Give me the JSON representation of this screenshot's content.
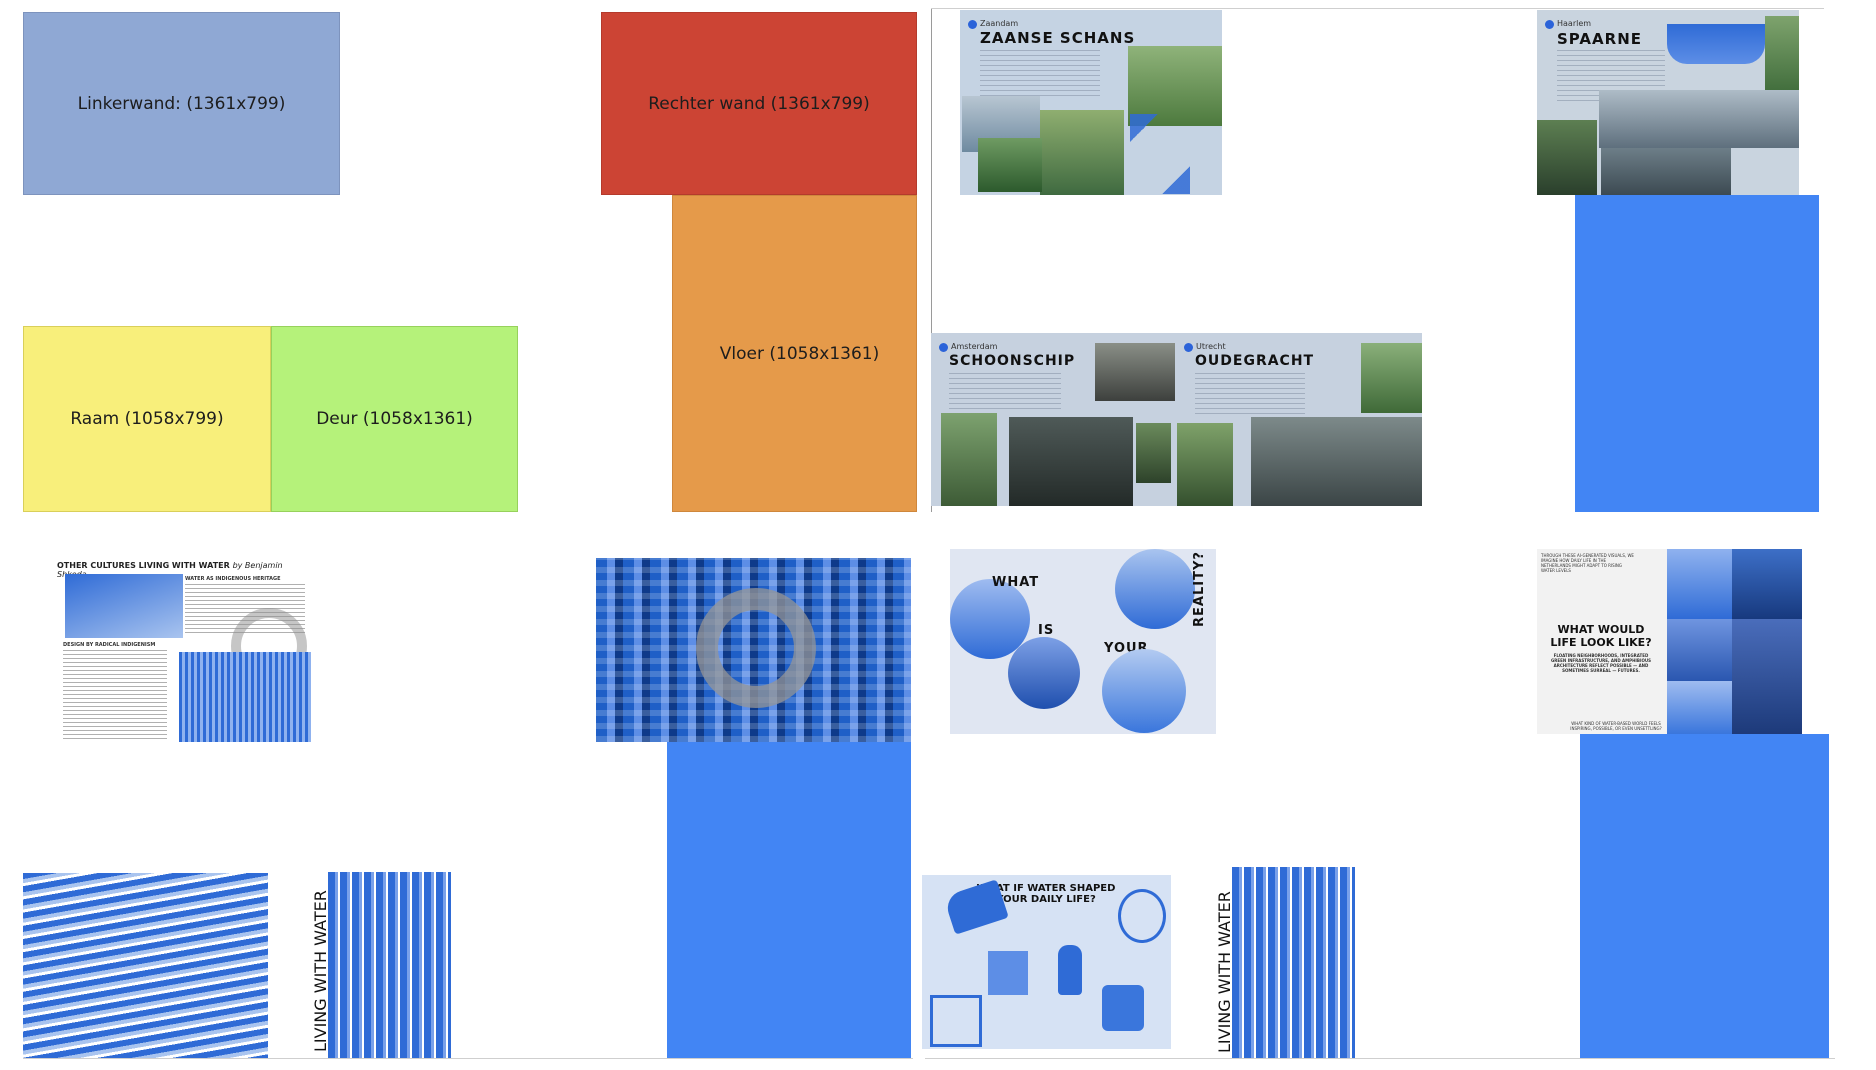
{
  "wall_labels": {
    "left_wall": "Linkerwand: (1361x799)",
    "right_wall": "Rechter wand (1361x799)",
    "floor": "Vloer (1058x1361)",
    "window": "Raam (1058x799)",
    "door": "Deur (1058x1361)"
  },
  "colors": {
    "left_wall": "#8fa8d4",
    "right_wall": "#cc4434",
    "floor": "#e59a4a",
    "window": "#f8ef7b",
    "door": "#b5f27a",
    "placeholder_blue": "#4285f4"
  },
  "posters": {
    "zaanse": {
      "city": "Zaandam",
      "title": "ZAANSE SCHANS"
    },
    "spaarne": {
      "city": "Haarlem",
      "title": "SPAARNE"
    },
    "schoonschip": {
      "city": "Amsterdam",
      "title": "SCHOONSCHIP"
    },
    "oudegracht": {
      "city": "Utrecht",
      "title": "OUDEGRACHT"
    },
    "other_cultures": {
      "title": "OTHER CULTURES LIVING WITH WATER",
      "byline": "by Benjamin Shkoda",
      "sub1": "WATER AS INDIGENOUS HERITAGE",
      "sub2": "DESIGN BY RADICAL INDIGENISM"
    },
    "reality": {
      "w1": "WHAT",
      "w2": "IS",
      "w3": "YOUR",
      "w4": "REALITY?"
    },
    "life": {
      "title1": "WHAT WOULD",
      "title2": "LIFE LOOK LIKE?",
      "body": "FLOATING NEIGHBORHOODS, INTEGRATED GREEN INFRASTRUCTURE, AND AMPHIBIOUS ARCHITECTURE REFLECT POSSIBLE — AND SOMETIMES SURREAL — FUTURES.",
      "top": "THROUGH THESE AI-GENERATED VISUALS, WE IMAGINE HOW DAILY LIFE IN THE NETHERLANDS MIGHT ADAPT TO RISING WATER LEVELS",
      "bottom": "WHAT KIND OF WATER-BASED WORLD FEELS INSPIRING, POSSIBLE, OR EVEN UNSETTLING?"
    },
    "daily": {
      "title1": "WHAT IF WATER SHAPED",
      "title2": "YOUR DAILY LIFE?"
    },
    "living1": "LIVING WITH WATER",
    "living2": "LIVING WITH WATER"
  }
}
